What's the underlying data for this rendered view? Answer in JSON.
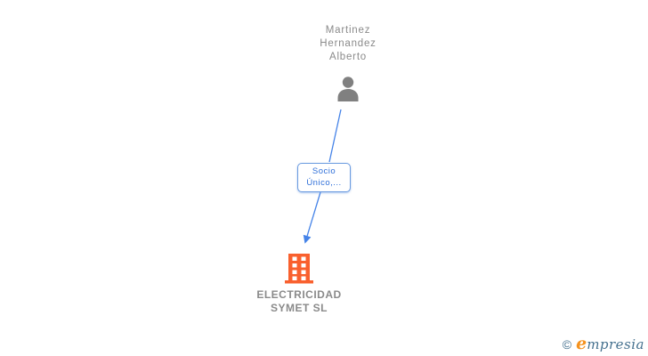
{
  "diagram": {
    "person_node": {
      "name_lines": [
        "Martinez",
        "Hernandez",
        "Alberto"
      ],
      "icon": "person-icon",
      "icon_color": "#808080",
      "text_color": "#8a8a8a"
    },
    "relationship": {
      "label_lines": [
        "Socio",
        "Único,..."
      ],
      "text_color": "#2e6fd9",
      "border_color": "#6b9be0",
      "edge_color": "#4583e8"
    },
    "company_node": {
      "name_lines": [
        "ELECTRICIDAD",
        "SYMET SL"
      ],
      "icon": "building-icon",
      "icon_color": "#f9602e",
      "text_color": "#8a8a8a"
    }
  },
  "footer": {
    "copyright_symbol": "©",
    "brand_initial": "e",
    "brand_rest": "mpresia",
    "symbol_color": "#44708e",
    "brand_initial_color": "#f5921e",
    "brand_rest_color": "#44708e"
  }
}
